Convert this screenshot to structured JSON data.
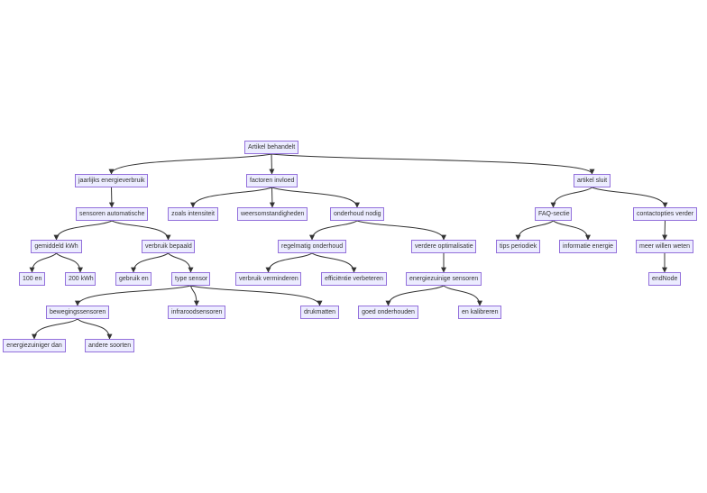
{
  "colors": {
    "node_fill": "#ececff",
    "node_border": "#9370db",
    "edge": "#333333",
    "text": "#333333",
    "background": "#ffffff"
  },
  "nodes": {
    "artikel_behandelt": "Artikel behandelt",
    "jaarlijks_energieverbruik": "jaarlijks energieverbruik",
    "factoren_invloed": "factoren invloed",
    "artikel_sluit": "artikel sluit",
    "sensoren_automatische": "sensoren automatische",
    "zoals_intensiteit": "zoals intensiteit",
    "weersomstandigheden": "weersomstandigheden",
    "onderhoud_nodig": "onderhoud nodig",
    "faq_sectie": "FAQ-sectie",
    "contactopties_verder": "contactopties verder",
    "gemiddeld_kwh": "gemiddeld kWh",
    "verbruik_bepaald": "verbruik bepaald",
    "regelmatig_onderhoud": "regelmatig onderhoud",
    "verdere_optimalisatie": "verdere optimalisatie",
    "tips_periodiek": "tips periodiek",
    "informatie_energie": "informatie energie",
    "meer_willen_weten": "meer willen weten",
    "honderd_en": "100 en",
    "tweehonderd_kwh": "200 kWh",
    "gebruik_en": "gebruik en",
    "type_sensor": "type sensor",
    "verbruik_verminderen": "verbruik verminderen",
    "efficientie_verbeteren": "efficiëntie verbeteren",
    "energiezuinige_sensoren": "energiezuinige sensoren",
    "end_node": "endNode",
    "bewegingssensoren": "bewegingssensoren",
    "infraroodsensoren": "infraroodsensoren",
    "drukmatten": "drukmatten",
    "goed_onderhouden": "goed onderhouden",
    "en_kalibreren": "en kalibreren",
    "energiezuiniger_dan": "energiezuiniger dan",
    "andere_soorten": "andere soorten"
  },
  "edges": [
    [
      "artikel_behandelt",
      "jaarlijks_energieverbruik"
    ],
    [
      "artikel_behandelt",
      "factoren_invloed"
    ],
    [
      "artikel_behandelt",
      "artikel_sluit"
    ],
    [
      "jaarlijks_energieverbruik",
      "sensoren_automatische"
    ],
    [
      "factoren_invloed",
      "zoals_intensiteit"
    ],
    [
      "factoren_invloed",
      "weersomstandigheden"
    ],
    [
      "factoren_invloed",
      "onderhoud_nodig"
    ],
    [
      "artikel_sluit",
      "faq_sectie"
    ],
    [
      "artikel_sluit",
      "contactopties_verder"
    ],
    [
      "sensoren_automatische",
      "gemiddeld_kwh"
    ],
    [
      "sensoren_automatische",
      "verbruik_bepaald"
    ],
    [
      "onderhoud_nodig",
      "regelmatig_onderhoud"
    ],
    [
      "onderhoud_nodig",
      "verdere_optimalisatie"
    ],
    [
      "faq_sectie",
      "tips_periodiek"
    ],
    [
      "faq_sectie",
      "informatie_energie"
    ],
    [
      "contactopties_verder",
      "meer_willen_weten"
    ],
    [
      "gemiddeld_kwh",
      "honderd_en"
    ],
    [
      "gemiddeld_kwh",
      "tweehonderd_kwh"
    ],
    [
      "verbruik_bepaald",
      "gebruik_en"
    ],
    [
      "verbruik_bepaald",
      "type_sensor"
    ],
    [
      "regelmatig_onderhoud",
      "verbruik_verminderen"
    ],
    [
      "regelmatig_onderhoud",
      "efficientie_verbeteren"
    ],
    [
      "verdere_optimalisatie",
      "energiezuinige_sensoren"
    ],
    [
      "meer_willen_weten",
      "end_node"
    ],
    [
      "type_sensor",
      "bewegingssensoren"
    ],
    [
      "type_sensor",
      "infraroodsensoren"
    ],
    [
      "type_sensor",
      "drukmatten"
    ],
    [
      "energiezuinige_sensoren",
      "goed_onderhouden"
    ],
    [
      "energiezuinige_sensoren",
      "en_kalibreren"
    ],
    [
      "bewegingssensoren",
      "energiezuiniger_dan"
    ],
    [
      "bewegingssensoren",
      "andere_soorten"
    ]
  ]
}
